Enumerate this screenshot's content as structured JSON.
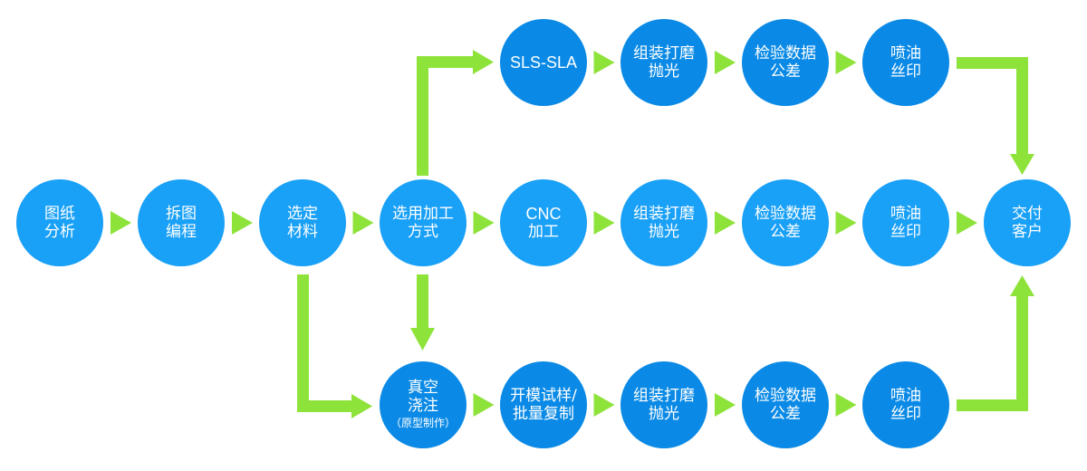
{
  "colors": {
    "node_light": "#19a0f7",
    "node_dark": "#0a8ae6",
    "arrow": "#8ee33a",
    "text": "#ffffff"
  },
  "middle_row": [
    {
      "id": "drawing-analysis",
      "lines": [
        "图纸",
        "分析"
      ]
    },
    {
      "id": "split-programming",
      "lines": [
        "拆图",
        "编程"
      ]
    },
    {
      "id": "select-material",
      "lines": [
        "选定",
        "材料"
      ]
    },
    {
      "id": "select-process",
      "lines": [
        "选用加工",
        "方式"
      ]
    },
    {
      "id": "cnc-machining",
      "lines": [
        "CNC",
        "加工"
      ]
    },
    {
      "id": "assemble-polish-mid",
      "lines": [
        "组装打磨",
        "抛光"
      ]
    },
    {
      "id": "inspect-tolerance-mid",
      "lines": [
        "检验数据",
        "公差"
      ]
    },
    {
      "id": "paint-print-mid",
      "lines": [
        "喷油",
        "丝印"
      ]
    },
    {
      "id": "deliver-customer",
      "lines": [
        "交付",
        "客户"
      ]
    }
  ],
  "top_row": [
    {
      "id": "sls-sla",
      "lines": [
        "SLS-SLA"
      ]
    },
    {
      "id": "assemble-polish-top",
      "lines": [
        "组装打磨",
        "抛光"
      ]
    },
    {
      "id": "inspect-tolerance-top",
      "lines": [
        "检验数据",
        "公差"
      ]
    },
    {
      "id": "paint-print-top",
      "lines": [
        "喷油",
        "丝印"
      ]
    }
  ],
  "bottom_row": [
    {
      "id": "vacuum-casting",
      "lines": [
        "真空",
        "浇注"
      ],
      "sub": "（原型制作）"
    },
    {
      "id": "mold-trial",
      "lines": [
        "开模试样/",
        "批量复制"
      ]
    },
    {
      "id": "assemble-polish-bottom",
      "lines": [
        "组装打磨",
        "抛光"
      ]
    },
    {
      "id": "inspect-tolerance-bottom",
      "lines": [
        "检验数据",
        "公差"
      ]
    },
    {
      "id": "paint-print-bottom",
      "lines": [
        "喷油",
        "丝印"
      ]
    }
  ]
}
